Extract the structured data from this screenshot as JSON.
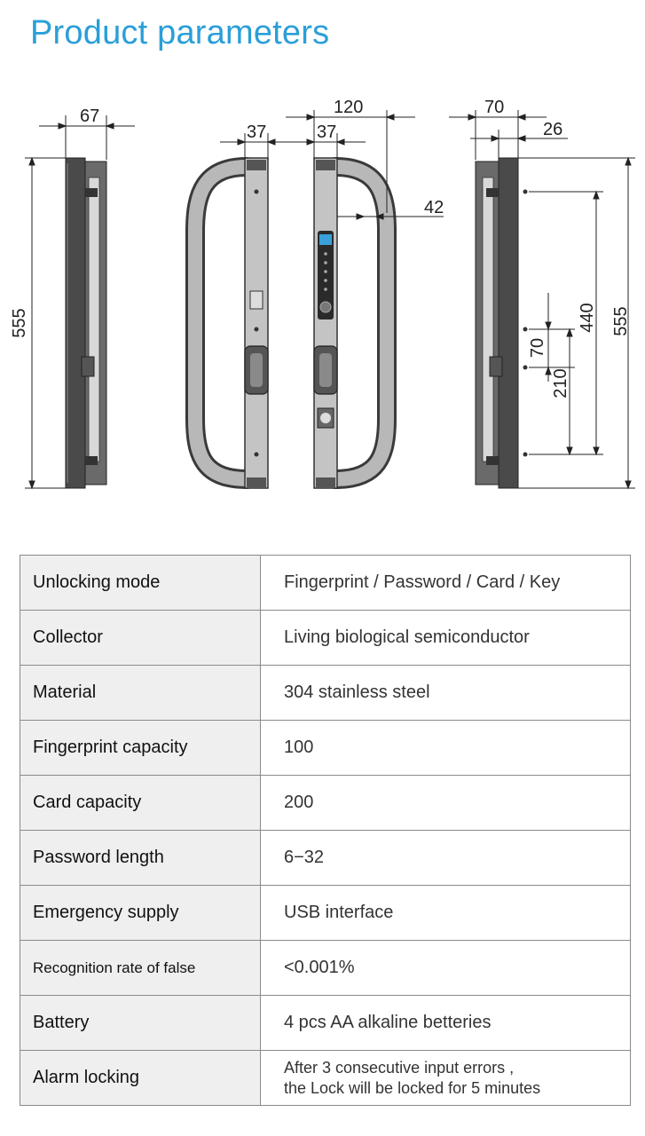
{
  "title": "Product parameters",
  "dimensions": {
    "side_left_depth": "67",
    "side_left_height": "555",
    "front_base": "37",
    "back_base": "37",
    "overall_depth": "120",
    "handle_gap": "42",
    "right_depth": "70",
    "right_plate": "26",
    "right_height": "555",
    "hole_span": "440",
    "hole_offset": "210",
    "hole_small": "70"
  },
  "specs": [
    {
      "label": "Unlocking mode",
      "value": "Fingerprint / Password / Card / Key"
    },
    {
      "label": "Collector",
      "value": "Living biological semiconductor"
    },
    {
      "label": "Material",
      "value": "304 stainless steel"
    },
    {
      "label": "Fingerprint capacity",
      "value": "100"
    },
    {
      "label": "Card capacity",
      "value": "200"
    },
    {
      "label": "Password length",
      "value": "6−32"
    },
    {
      "label": "Emergency supply",
      "value": "USB interface"
    },
    {
      "label": "Recognition rate of false",
      "value": "<0.001%"
    },
    {
      "label": "Battery",
      "value": "4 pcs AA alkaline betteries"
    },
    {
      "label": "Alarm locking",
      "value_line1": "After 3 consecutive input errors ,",
      "value_line2": "the Lock will be locked for 5 minutes"
    }
  ]
}
